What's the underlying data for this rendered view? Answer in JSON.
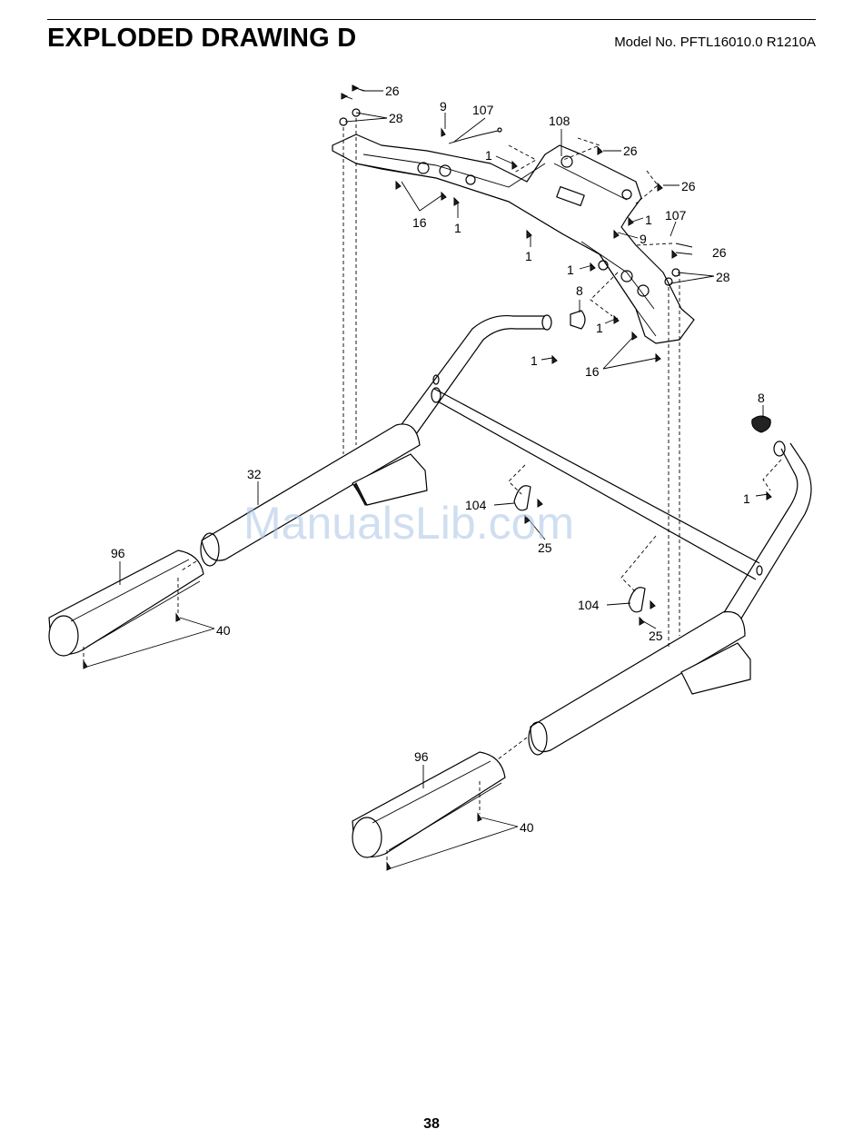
{
  "header": {
    "title": "EXPLODED DRAWING D",
    "model": "Model No. PFTL16010.0 R1210A"
  },
  "page_number": "38",
  "watermark": "ManualsLib.com",
  "callouts": {
    "c26a": "26",
    "c28a": "28",
    "c9a": "9",
    "c107a": "107",
    "c108": "108",
    "c1a": "1",
    "c26b": "26",
    "c26c": "26",
    "c16a": "16",
    "c1b": "1",
    "c1c": "1",
    "c1d": "1",
    "c107b": "107",
    "c9b": "9",
    "c26d": "26",
    "c28b": "28",
    "c1e": "1",
    "c8a": "8",
    "c1f": "1",
    "c16b": "16",
    "c1g": "1",
    "c8b": "8",
    "c32": "32",
    "c104a": "104",
    "c25a": "25",
    "c96a": "96",
    "c40a": "40",
    "c104b": "104",
    "c25b": "25",
    "c96b": "96",
    "c40b": "40"
  }
}
